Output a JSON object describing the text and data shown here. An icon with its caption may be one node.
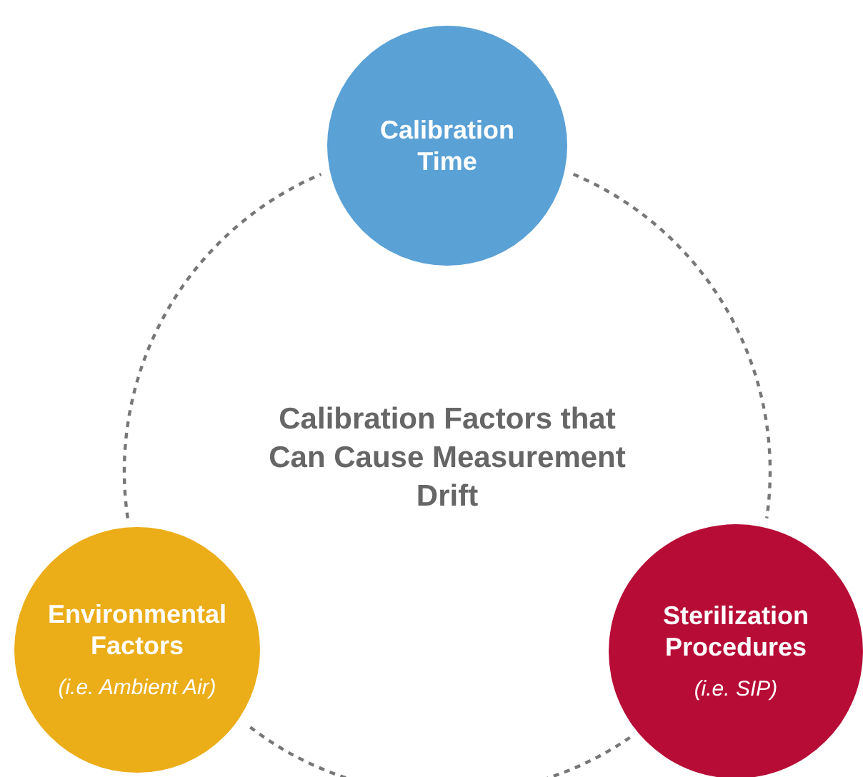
{
  "diagram": {
    "nodes": [
      {
        "text": [
          "Calibration Time"
        ]
      },
      {
        "text": [
          "Environmental Factors",
          "(i.e. Ambient Air)"
        ]
      },
      {
        "text": [
          "Sterilization Procedures",
          "(i.e. SIP)"
        ]
      }
    ],
    "edges": [
      {
        "from": 0,
        "to": 2,
        "arrow": "none",
        "style": "dashed"
      },
      {
        "from": 2,
        "to": 1,
        "arrow": "none",
        "style": "dashed"
      },
      {
        "from": 1,
        "to": 0,
        "arrow": "none",
        "style": "dashed"
      }
    ],
    "labels": [
      "Calibration Factors that Can Cause Measurement Drift"
    ]
  }
}
